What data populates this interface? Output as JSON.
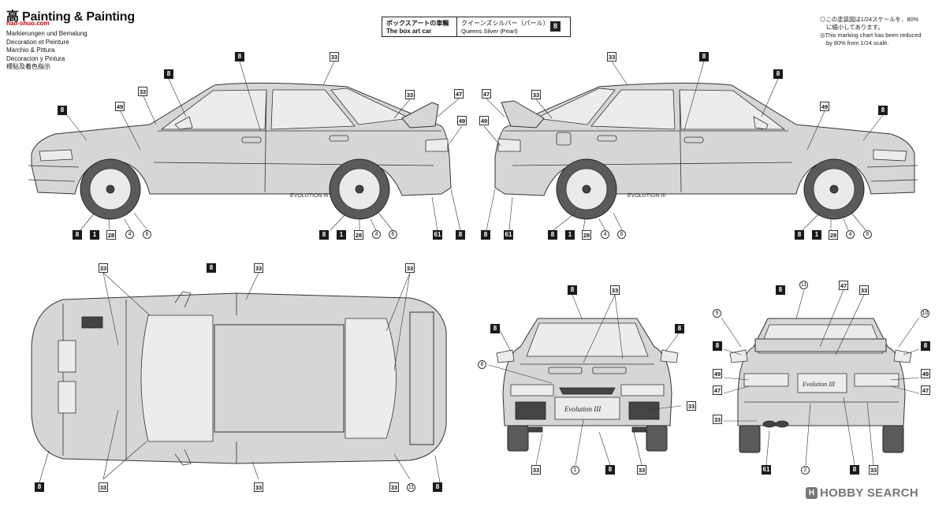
{
  "header": {
    "title": "高 Painting & Painting",
    "site": "nao-shuo.com",
    "languages": [
      "Markierungen und Bemalung",
      "Decoration et Peinture",
      "Marchio & Pittura",
      "Decoracion y Pintura",
      "標貼及着色指示"
    ]
  },
  "box_art": {
    "label_jp": "ボックスアートの車輌",
    "label_en": "The box art car",
    "color_jp": "クイーンズシルバー（パール）",
    "color_en": "Queens Silver (Pearl)",
    "color_number": "8"
  },
  "scale_note": {
    "jp_line1": "◎この塗装図は1/24スケールを、80%",
    "jp_line2": "に縮小してあります。",
    "en_line1": "◎This marking chart has been reduced",
    "en_line2": "by 80% from 1/24 scale."
  },
  "side_left": {
    "top_callouts": [
      "8",
      "33",
      "8",
      "33",
      "49",
      "33",
      "47",
      "8",
      "49"
    ],
    "bottom_callouts_front": [
      "8",
      "1",
      "28",
      "4",
      "6"
    ],
    "bottom_callouts_rear": [
      "8",
      "1",
      "28",
      "4",
      "6",
      "61",
      "8"
    ],
    "decal_text": "EVOLUTION III"
  },
  "side_right": {
    "top_callouts": [
      "33",
      "8",
      "47",
      "33",
      "8",
      "49",
      "49",
      "8"
    ],
    "bottom_callouts_rear": [
      "8",
      "61",
      "8",
      "1",
      "28",
      "4",
      "6"
    ],
    "bottom_callouts_front": [
      "8",
      "1",
      "28",
      "4",
      "6"
    ],
    "decal_text": "EVOLUTION III"
  },
  "top_view": {
    "callouts": [
      "33",
      "8",
      "33",
      "33",
      "8",
      "33",
      "33",
      "33",
      "11",
      "8"
    ]
  },
  "front_view": {
    "callouts": [
      "8",
      "33",
      "8",
      "8",
      "8",
      "33",
      "33",
      "1",
      "8",
      "33"
    ],
    "plate_text": "Evolution III"
  },
  "rear_view": {
    "callouts": [
      "8",
      "11",
      "47",
      "33",
      "9",
      "10",
      "8",
      "8",
      "49",
      "49",
      "47",
      "47",
      "33",
      "61",
      "2",
      "8",
      "33"
    ],
    "plate_text": "Evolution III"
  },
  "watermark": {
    "icon": "logo-icon",
    "text": "HOBBY SEARCH"
  }
}
